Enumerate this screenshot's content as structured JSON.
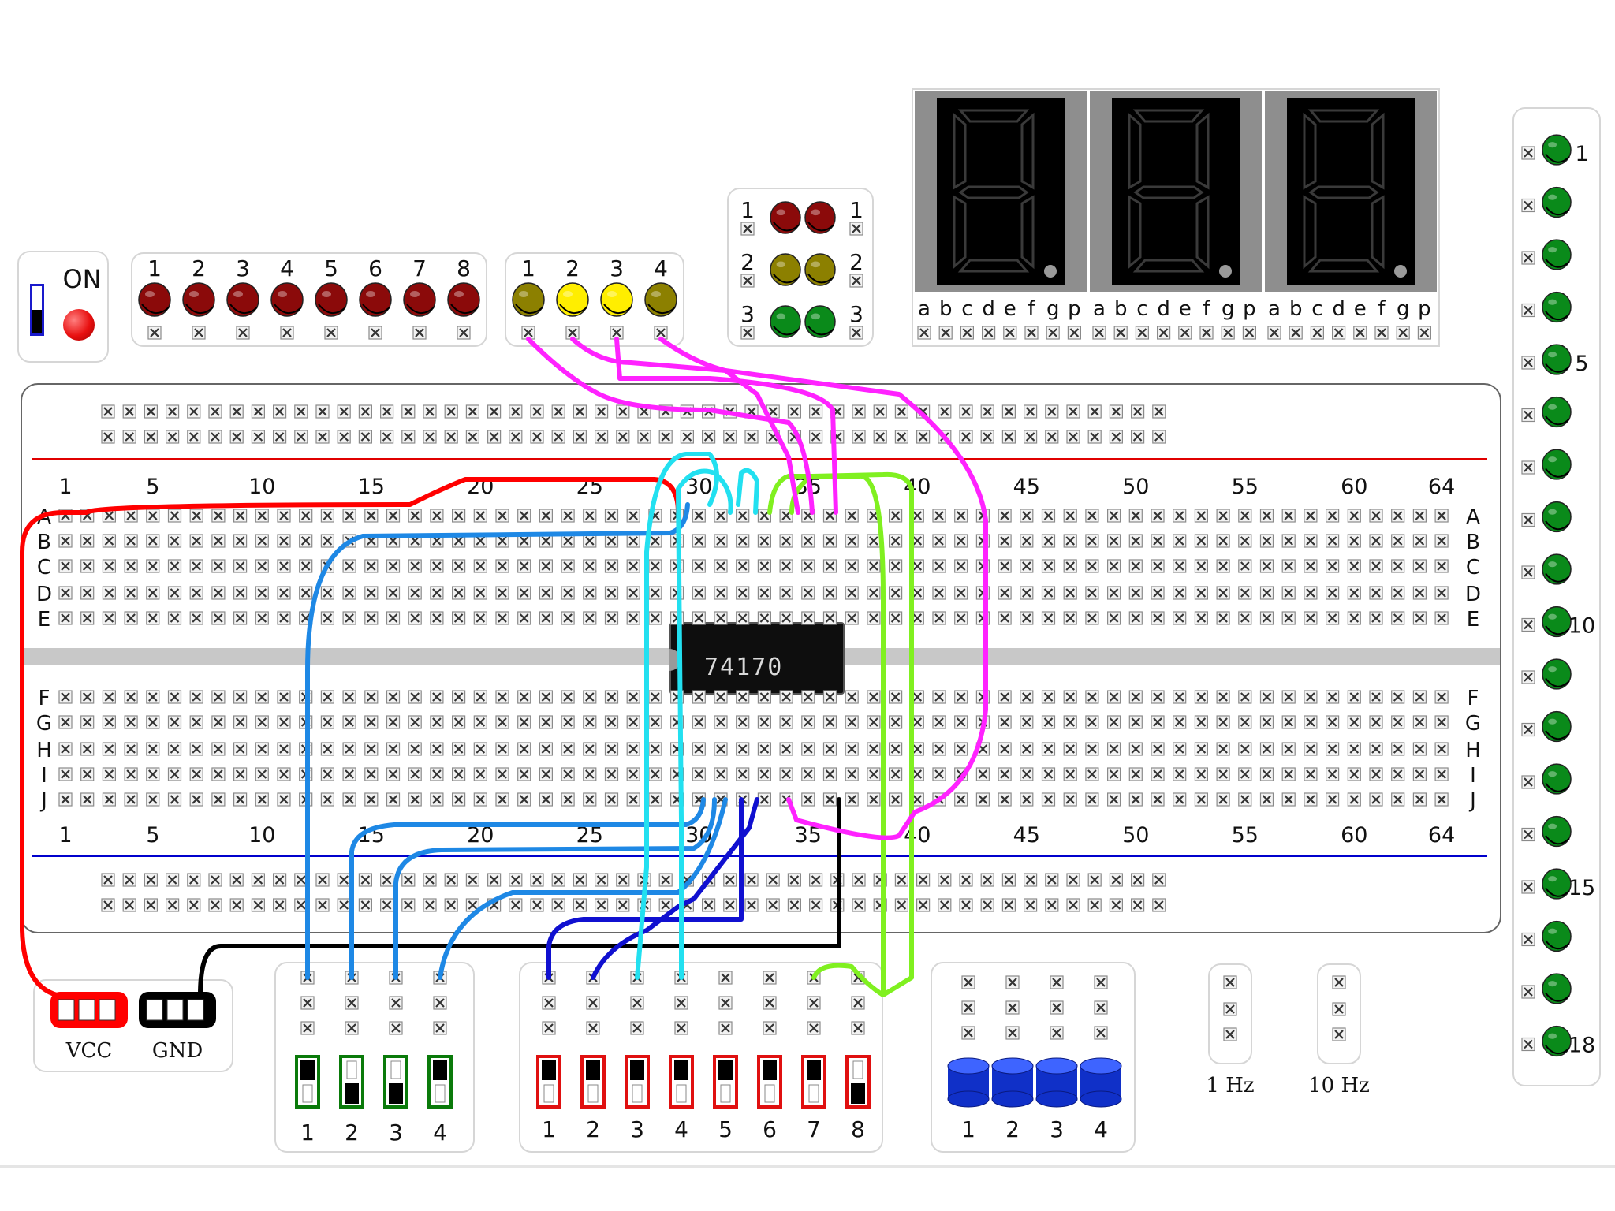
{
  "power": {
    "label": "ON",
    "switch_state": "on",
    "led_color": "#e81010"
  },
  "red_leds": {
    "labels": [
      "1",
      "2",
      "3",
      "4",
      "5",
      "6",
      "7",
      "8"
    ],
    "color": "#8b0a0a"
  },
  "yellow_leds": {
    "labels": [
      "1",
      "2",
      "3",
      "4"
    ],
    "states": [
      "off",
      "on",
      "on",
      "off"
    ],
    "on_color": "#ffee00",
    "off_color": "#8c8000"
  },
  "traffic_leds": {
    "left_labels": [
      "1",
      "2",
      "3"
    ],
    "right_labels": [
      "1",
      "2",
      "3"
    ],
    "colors": [
      "#8b0a0a",
      "#8c8000",
      "#0a8a1a"
    ]
  },
  "seven_segment": {
    "digit_count": 3,
    "segment_labels": [
      "a",
      "b",
      "c",
      "d",
      "e",
      "f",
      "g",
      "p"
    ],
    "bg": "#000000",
    "segment_off": "#3a3a3a"
  },
  "breadboard": {
    "row_letters_top": [
      "A",
      "B",
      "C",
      "D",
      "E"
    ],
    "row_letters_bottom": [
      "F",
      "G",
      "H",
      "I",
      "J"
    ],
    "column_numbers": [
      "1",
      "5",
      "10",
      "15",
      "20",
      "25",
      "30",
      "35",
      "40",
      "45",
      "50",
      "55",
      "60",
      "64"
    ],
    "top_rail_color": "#e00000",
    "bottom_rail_color": "#0000cc"
  },
  "chip": {
    "label": "74170"
  },
  "power_connectors": {
    "vcc_label": "VCC",
    "gnd_label": "GND"
  },
  "green_switches": {
    "labels": [
      "1",
      "2",
      "3",
      "4"
    ],
    "states": [
      "up",
      "down",
      "down",
      "up"
    ],
    "color": "#0a7a0a"
  },
  "red_switches": {
    "labels": [
      "1",
      "2",
      "3",
      "4",
      "5",
      "6",
      "7",
      "8"
    ],
    "states": [
      "up",
      "up",
      "up",
      "up",
      "up",
      "up",
      "up",
      "down"
    ],
    "color": "#e01010"
  },
  "push_buttons": {
    "labels": [
      "1",
      "2",
      "3",
      "4"
    ],
    "color": "#1030c8"
  },
  "clocks": {
    "slow_label": "1 Hz",
    "fast_label": "10 Hz"
  },
  "right_leds": {
    "labels": [
      "1",
      "5",
      "10",
      "15",
      "18"
    ],
    "label_positions": [
      1,
      5,
      10,
      15,
      18
    ],
    "count": 18,
    "color": "#0a8a1a"
  },
  "wire_colors": {
    "power": "#ff0000",
    "ground": "#000000",
    "data_in": "#1e88e5",
    "address": "#1010d0",
    "read_addr": "#22e0f0",
    "write_addr": "#80f020",
    "outputs": "#ff22ff"
  }
}
